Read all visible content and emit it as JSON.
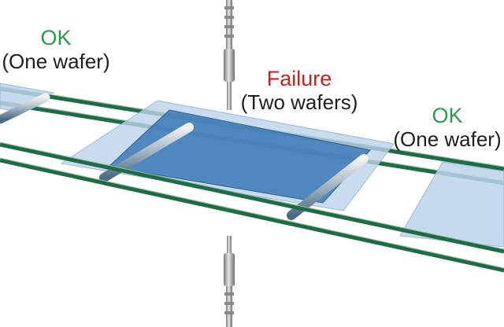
{
  "labels": {
    "left": {
      "status": "OK",
      "description": "(One wafer)"
    },
    "center": {
      "status": "Failure",
      "description": "(Two wafers)"
    },
    "right": {
      "status": "OK",
      "description": "(One wafer)"
    }
  },
  "colors": {
    "ok": "#2a9a4a",
    "failure": "#c8201e",
    "rail": "#1f6b45",
    "wafer_single": "#bcd3ea",
    "wafer_double": "#3a78b5",
    "sensor": "#9a9a9a"
  }
}
